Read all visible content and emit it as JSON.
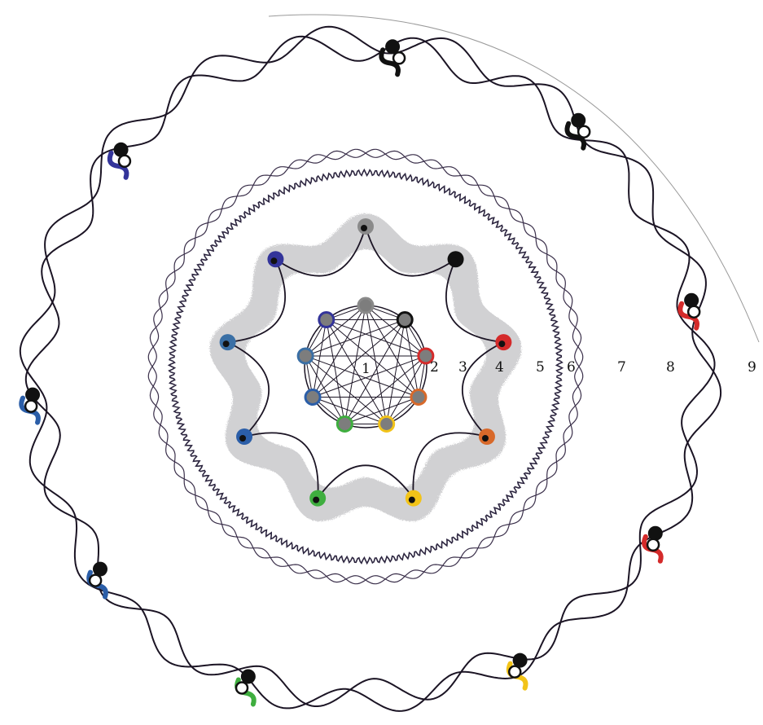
{
  "ring_labels": [
    "1",
    "2",
    "3",
    "4",
    "5",
    "6",
    "7",
    "8",
    "9"
  ],
  "colors": {
    "ink": "#1b1424",
    "shade": "#c9c9cc",
    "node_fill": "#7d7d7d",
    "gray": "#8a8a8a",
    "black": "#111111",
    "red": "#d42a2a",
    "orange": "#d8692a",
    "yellow": "#f2c318",
    "green": "#3fae3f",
    "blue": "#2b5ea8",
    "steel_blue": "#3a6fa5",
    "indigo": "#33349a"
  },
  "diagram": {
    "node_colors": [
      "gray",
      "black",
      "red",
      "orange",
      "yellow",
      "green",
      "blue",
      "steel_blue",
      "indigo"
    ],
    "outer_node_colors": [
      "black",
      "black",
      "red",
      "red",
      "yellow",
      "green",
      "blue",
      "blue",
      "indigo"
    ],
    "node_count": 9
  }
}
